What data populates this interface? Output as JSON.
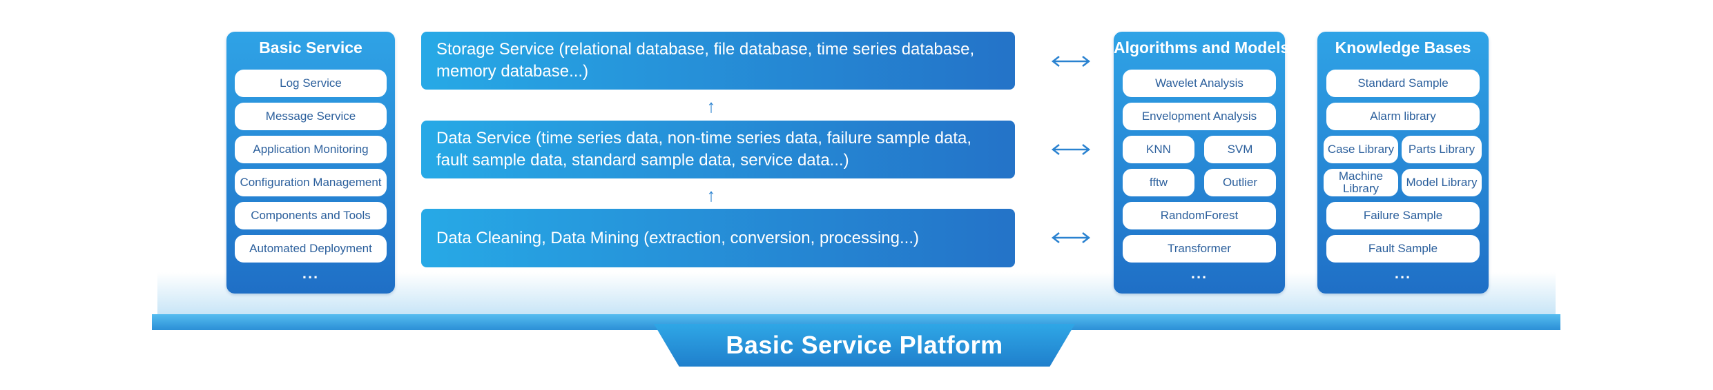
{
  "basic_service": {
    "title": "Basic Service",
    "items": [
      "Log Service",
      "Message Service",
      "Application Monitoring",
      "Configuration Management",
      "Components and Tools",
      "Automated Deployment"
    ],
    "more": "..."
  },
  "center": {
    "storage": "Storage Service (relational database, file database, time series database, memory database...)",
    "data": "Data Service (time series data, non-time series data, failure sample data, fault sample data, standard sample data, service data...)",
    "cleaning": "Data Cleaning, Data Mining (extraction, conversion, processing...)",
    "arrow_glyph": "↑"
  },
  "algorithms": {
    "title": "Algorithms and Models",
    "items": [
      "Wavelet Analysis",
      "Envelopment Analysis",
      "KNN",
      "SVM",
      "fftw",
      "Outlier",
      "RandomForest",
      "Transformer"
    ],
    "more": "..."
  },
  "knowledge": {
    "title": "Knowledge Bases",
    "items": [
      "Standard Sample",
      "Alarm library",
      "Case Library",
      "Parts Library",
      "Machine Library",
      "Model Library",
      "Failure Sample",
      "Fault Sample"
    ],
    "more": "..."
  },
  "platform": {
    "label": "Basic Service Platform"
  },
  "colors": {
    "panel_top": "#2fa3e6",
    "panel_bottom": "#1f6fc6",
    "pill_text": "#2b5f9c",
    "arrow": "#2a82d0",
    "platform": "#2b8fd6"
  }
}
